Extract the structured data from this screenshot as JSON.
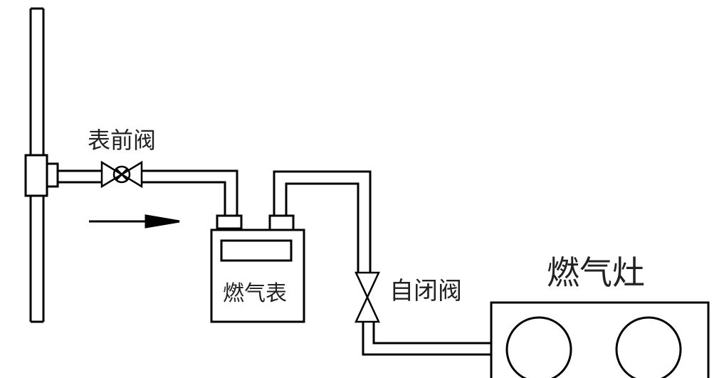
{
  "labels": {
    "front_valve": "表前阀",
    "gas_meter": "燃气表",
    "self_closing_valve": "自闭阀",
    "gas_stove": "燃气灶"
  },
  "colors": {
    "line": "#000000",
    "background": "#ffffff"
  }
}
